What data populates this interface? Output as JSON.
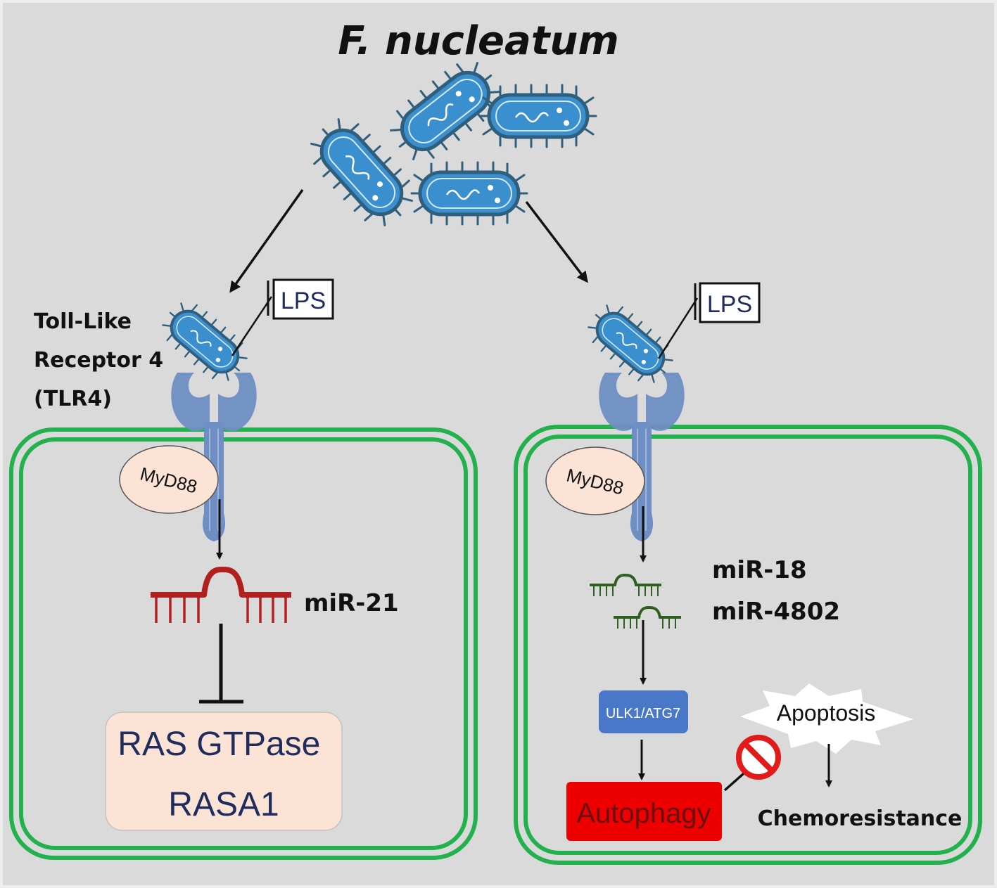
{
  "title": "F. nucleatum",
  "receptor_label": [
    "Toll-Like",
    "Receptor 4",
    "(TLR4)"
  ],
  "left": {
    "lps": "LPS",
    "adaptor": "MyD88",
    "mirna": "miR-21",
    "target_lines": [
      "RAS GTPase",
      "RASA1"
    ]
  },
  "right": {
    "lps": "LPS",
    "adaptor": "MyD88",
    "mirna_1": "miR-18",
    "mirna_2": "miR-4802",
    "kinase": "ULK1/ATG7",
    "autophagy": "Autophagy",
    "apoptosis": "Apoptosis",
    "outcome": "Chemoresistance"
  },
  "colors": {
    "background": "#dadada",
    "membrane": "#22b14c",
    "bacteria": "#3a8fcf",
    "bacteria_outline": "#2f5f7d",
    "receptor": "#6f8fc4",
    "mir21": "#b21f1f",
    "mir18": "#2f5f1f",
    "kinase_box": "#4a78c8",
    "autophagy_box": "#ee0000",
    "target_box": "#fbe3d6",
    "navy_text": "#1f2c5c"
  }
}
